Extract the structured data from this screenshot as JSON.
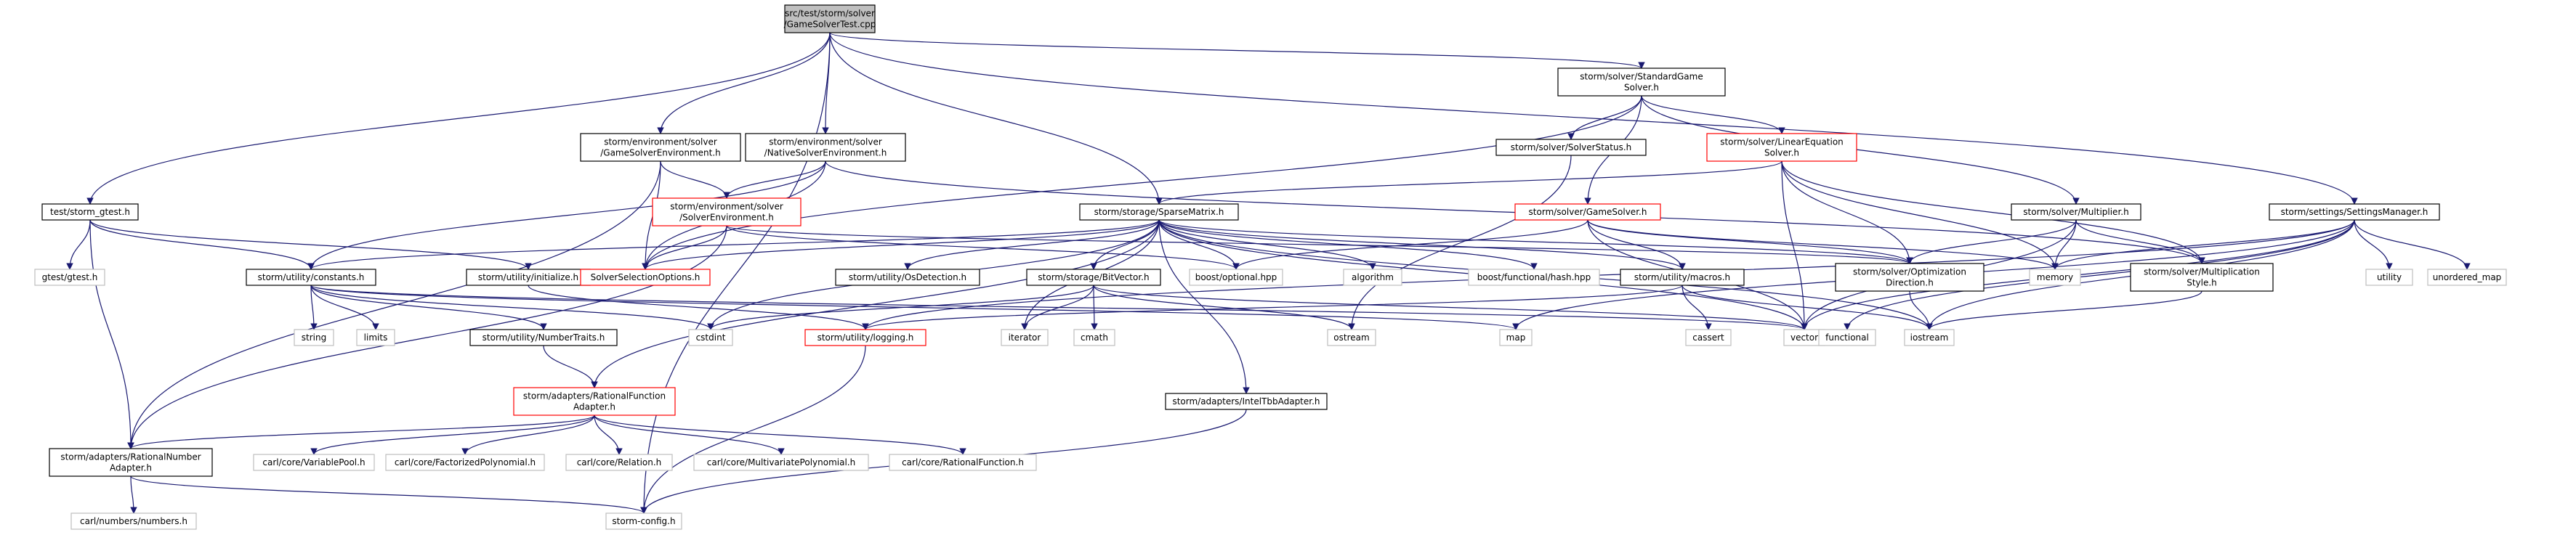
{
  "nodes": [
    {
      "id": "root",
      "lines": [
        "src/test/storm/solver",
        "/GameSolverTest.cpp"
      ],
      "kind": "root"
    },
    {
      "id": "gse",
      "lines": [
        "storm/environment/solver",
        "/GameSolverEnvironment.h"
      ],
      "kind": "black"
    },
    {
      "id": "nse",
      "lines": [
        "storm/environment/solver",
        "/NativeSolverEnvironment.h"
      ],
      "kind": "black"
    },
    {
      "id": "sgs",
      "lines": [
        "storm/solver/StandardGame",
        "Solver.h"
      ],
      "kind": "black"
    },
    {
      "id": "gtest_storm",
      "lines": [
        "test/storm_gtest.h"
      ],
      "kind": "black"
    },
    {
      "id": "solverenv",
      "lines": [
        "storm/environment/solver",
        "/SolverEnvironment.h"
      ],
      "kind": "red"
    },
    {
      "id": "sparse",
      "lines": [
        "storm/storage/SparseMatrix.h"
      ],
      "kind": "black"
    },
    {
      "id": "solverstatus",
      "lines": [
        "storm/solver/SolverStatus.h"
      ],
      "kind": "black"
    },
    {
      "id": "lineq",
      "lines": [
        "storm/solver/LinearEquation",
        "Solver.h"
      ],
      "kind": "red"
    },
    {
      "id": "gamesolver",
      "lines": [
        "storm/solver/GameSolver.h"
      ],
      "kind": "red"
    },
    {
      "id": "multiplier",
      "lines": [
        "storm/solver/Multiplier.h"
      ],
      "kind": "black"
    },
    {
      "id": "settings",
      "lines": [
        "storm/settings/SettingsManager.h"
      ],
      "kind": "black"
    },
    {
      "id": "gtest",
      "lines": [
        "gtest/gtest.h"
      ],
      "kind": "gray"
    },
    {
      "id": "constants",
      "lines": [
        "storm/utility/constants.h"
      ],
      "kind": "black"
    },
    {
      "id": "initialize",
      "lines": [
        "storm/utility/initialize.h"
      ],
      "kind": "black"
    },
    {
      "id": "selopts",
      "lines": [
        "SolverSelectionOptions.h"
      ],
      "kind": "red"
    },
    {
      "id": "osdetect",
      "lines": [
        "storm/utility/OsDetection.h"
      ],
      "kind": "black"
    },
    {
      "id": "bitvector",
      "lines": [
        "storm/storage/BitVector.h"
      ],
      "kind": "black"
    },
    {
      "id": "boostopt",
      "lines": [
        "boost/optional.hpp"
      ],
      "kind": "gray"
    },
    {
      "id": "algorithm",
      "lines": [
        "algorithm"
      ],
      "kind": "gray"
    },
    {
      "id": "boosthash",
      "lines": [
        "boost/functional/hash.hpp"
      ],
      "kind": "gray"
    },
    {
      "id": "macros",
      "lines": [
        "storm/utility/macros.h"
      ],
      "kind": "black"
    },
    {
      "id": "optdir",
      "lines": [
        "storm/solver/Optimization",
        "Direction.h"
      ],
      "kind": "black"
    },
    {
      "id": "memory",
      "lines": [
        "memory"
      ],
      "kind": "gray"
    },
    {
      "id": "multstyle",
      "lines": [
        "storm/solver/Multiplication",
        "Style.h"
      ],
      "kind": "black"
    },
    {
      "id": "utility",
      "lines": [
        "utility"
      ],
      "kind": "gray"
    },
    {
      "id": "unordered_map",
      "lines": [
        "unordered_map"
      ],
      "kind": "gray"
    },
    {
      "id": "string",
      "lines": [
        "string"
      ],
      "kind": "gray"
    },
    {
      "id": "limits",
      "lines": [
        "limits"
      ],
      "kind": "gray"
    },
    {
      "id": "numtraits",
      "lines": [
        "storm/utility/NumberTraits.h"
      ],
      "kind": "black"
    },
    {
      "id": "cstdint",
      "lines": [
        "cstdint"
      ],
      "kind": "gray"
    },
    {
      "id": "logging",
      "lines": [
        "storm/utility/logging.h"
      ],
      "kind": "red"
    },
    {
      "id": "iterator",
      "lines": [
        "iterator"
      ],
      "kind": "gray"
    },
    {
      "id": "cmath",
      "lines": [
        "cmath"
      ],
      "kind": "gray"
    },
    {
      "id": "ostream",
      "lines": [
        "ostream"
      ],
      "kind": "gray"
    },
    {
      "id": "map",
      "lines": [
        "map"
      ],
      "kind": "gray"
    },
    {
      "id": "cassert",
      "lines": [
        "cassert"
      ],
      "kind": "gray"
    },
    {
      "id": "vector",
      "lines": [
        "vector"
      ],
      "kind": "gray"
    },
    {
      "id": "functional",
      "lines": [
        "functional"
      ],
      "kind": "gray"
    },
    {
      "id": "iostream",
      "lines": [
        "iostream"
      ],
      "kind": "gray"
    },
    {
      "id": "ratfunc",
      "lines": [
        "storm/adapters/RationalFunction",
        "Adapter.h"
      ],
      "kind": "red"
    },
    {
      "id": "inteltbb",
      "lines": [
        "storm/adapters/IntelTbbAdapter.h"
      ],
      "kind": "black"
    },
    {
      "id": "ratnum",
      "lines": [
        "storm/adapters/RationalNumber",
        "Adapter.h"
      ],
      "kind": "black"
    },
    {
      "id": "varpool",
      "lines": [
        "carl/core/VariablePool.h"
      ],
      "kind": "gray"
    },
    {
      "id": "factpoly",
      "lines": [
        "carl/core/FactorizedPolynomial.h"
      ],
      "kind": "gray"
    },
    {
      "id": "relation",
      "lines": [
        "carl/core/Relation.h"
      ],
      "kind": "gray"
    },
    {
      "id": "multipoly",
      "lines": [
        "carl/core/MultivariatePolynomial.h"
      ],
      "kind": "gray"
    },
    {
      "id": "ratfunction",
      "lines": [
        "carl/core/RationalFunction.h"
      ],
      "kind": "gray"
    },
    {
      "id": "carlnum",
      "lines": [
        "carl/numbers/numbers.h"
      ],
      "kind": "gray"
    },
    {
      "id": "stormconfig",
      "lines": [
        "storm-config.h"
      ],
      "kind": "gray"
    }
  ],
  "edges": [
    [
      "root",
      "gse"
    ],
    [
      "root",
      "nse"
    ],
    [
      "root",
      "sgs"
    ],
    [
      "root",
      "gtest_storm"
    ],
    [
      "root",
      "sparse"
    ],
    [
      "root",
      "settings"
    ],
    [
      "root",
      "stormconfig"
    ],
    [
      "gse",
      "solverenv"
    ],
    [
      "gse",
      "selopts"
    ],
    [
      "gse",
      "ratnum"
    ],
    [
      "nse",
      "solverenv"
    ],
    [
      "nse",
      "selopts"
    ],
    [
      "nse",
      "multstyle"
    ],
    [
      "nse",
      "constants"
    ],
    [
      "sgs",
      "selopts"
    ],
    [
      "sgs",
      "solverstatus"
    ],
    [
      "sgs",
      "lineq"
    ],
    [
      "sgs",
      "gamesolver"
    ],
    [
      "sgs",
      "multiplier"
    ],
    [
      "gtest_storm",
      "gtest"
    ],
    [
      "gtest_storm",
      "constants"
    ],
    [
      "gtest_storm",
      "initialize"
    ],
    [
      "gtest_storm",
      "ratnum"
    ],
    [
      "solverenv",
      "selopts"
    ],
    [
      "solverenv",
      "boostopt"
    ],
    [
      "solverenv",
      "ratnum"
    ],
    [
      "solverenv",
      "optdir"
    ],
    [
      "sparse",
      "constants"
    ],
    [
      "sparse",
      "osdetect"
    ],
    [
      "sparse",
      "bitvector"
    ],
    [
      "sparse",
      "boostopt"
    ],
    [
      "sparse",
      "algorithm"
    ],
    [
      "sparse",
      "boosthash"
    ],
    [
      "sparse",
      "macros"
    ],
    [
      "sparse",
      "optdir"
    ],
    [
      "sparse",
      "iterator"
    ],
    [
      "sparse",
      "cstdint"
    ],
    [
      "sparse",
      "ratfunc"
    ],
    [
      "sparse",
      "inteltbb"
    ],
    [
      "sparse",
      "vector"
    ],
    [
      "sparse",
      "iostream"
    ],
    [
      "sparse",
      "selopts"
    ],
    [
      "solverstatus",
      "ostream"
    ],
    [
      "lineq",
      "sparse"
    ],
    [
      "lineq",
      "optdir"
    ],
    [
      "lineq",
      "memory"
    ],
    [
      "lineq",
      "vector"
    ],
    [
      "lineq",
      "multstyle"
    ],
    [
      "gamesolver",
      "boostopt"
    ],
    [
      "gamesolver",
      "macros"
    ],
    [
      "gamesolver",
      "optdir"
    ],
    [
      "gamesolver",
      "memory"
    ],
    [
      "gamesolver",
      "vector"
    ],
    [
      "multiplier",
      "optdir"
    ],
    [
      "multiplier",
      "memory"
    ],
    [
      "multiplier",
      "multstyle"
    ],
    [
      "multiplier",
      "vector"
    ],
    [
      "settings",
      "memory"
    ],
    [
      "settings",
      "utility"
    ],
    [
      "settings",
      "unordered_map"
    ],
    [
      "settings",
      "iostream"
    ],
    [
      "settings",
      "vector"
    ],
    [
      "settings",
      "functional"
    ],
    [
      "settings",
      "map"
    ],
    [
      "settings",
      "logging"
    ],
    [
      "constants",
      "string"
    ],
    [
      "constants",
      "limits"
    ],
    [
      "constants",
      "numtraits"
    ],
    [
      "constants",
      "cstdint"
    ],
    [
      "constants",
      "map"
    ],
    [
      "constants",
      "vector"
    ],
    [
      "initialize",
      "logging"
    ],
    [
      "bitvector",
      "cstdint"
    ],
    [
      "bitvector",
      "iterator"
    ],
    [
      "bitvector",
      "cmath"
    ],
    [
      "bitvector",
      "ostream"
    ],
    [
      "bitvector",
      "vector"
    ],
    [
      "macros",
      "cassert"
    ],
    [
      "macros",
      "iostream"
    ],
    [
      "macros",
      "logging"
    ],
    [
      "optdir",
      "iostream"
    ],
    [
      "multstyle",
      "iostream"
    ],
    [
      "numtraits",
      "ratfunc"
    ],
    [
      "logging",
      "stormconfig"
    ],
    [
      "ratfunc",
      "ratnum"
    ],
    [
      "ratfunc",
      "varpool"
    ],
    [
      "ratfunc",
      "factpoly"
    ],
    [
      "ratfunc",
      "relation"
    ],
    [
      "ratfunc",
      "multipoly"
    ],
    [
      "ratfunc",
      "ratfunction"
    ],
    [
      "inteltbb",
      "stormconfig"
    ],
    [
      "ratnum",
      "carlnum"
    ],
    [
      "ratnum",
      "stormconfig"
    ]
  ],
  "colors": {
    "black_border": "#000000",
    "red_border": "#ff0000",
    "gray_border": "#bfbfbf",
    "root_fill": "#bfbfbf",
    "gray_text": "#000000",
    "edge": "#191970"
  }
}
